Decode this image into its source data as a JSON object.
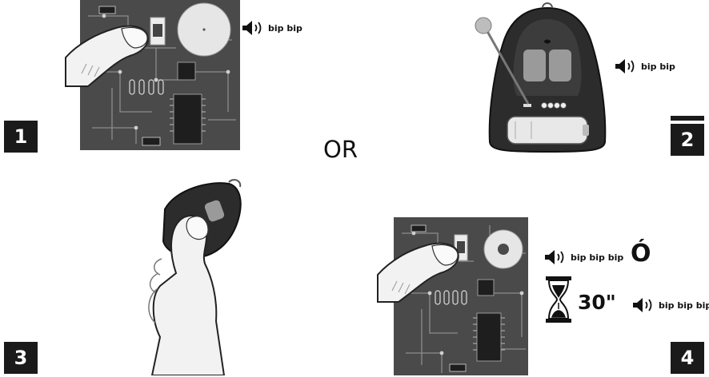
{
  "steps": [
    "1",
    "2",
    "3",
    "4"
  ],
  "connector": "OR",
  "sound_short": "bip bip",
  "sound_long": "bip bip bip",
  "alt_marker": "Ó",
  "timer": "30\"",
  "colors": {
    "board": "#4a4a4a",
    "trace": "#8c8c8c",
    "chip": "#1e1e1e",
    "remote": "#2c2c2c",
    "label_bg": "#1a1a1a"
  },
  "icons": [
    "speaker-icon",
    "hourglass-icon"
  ]
}
